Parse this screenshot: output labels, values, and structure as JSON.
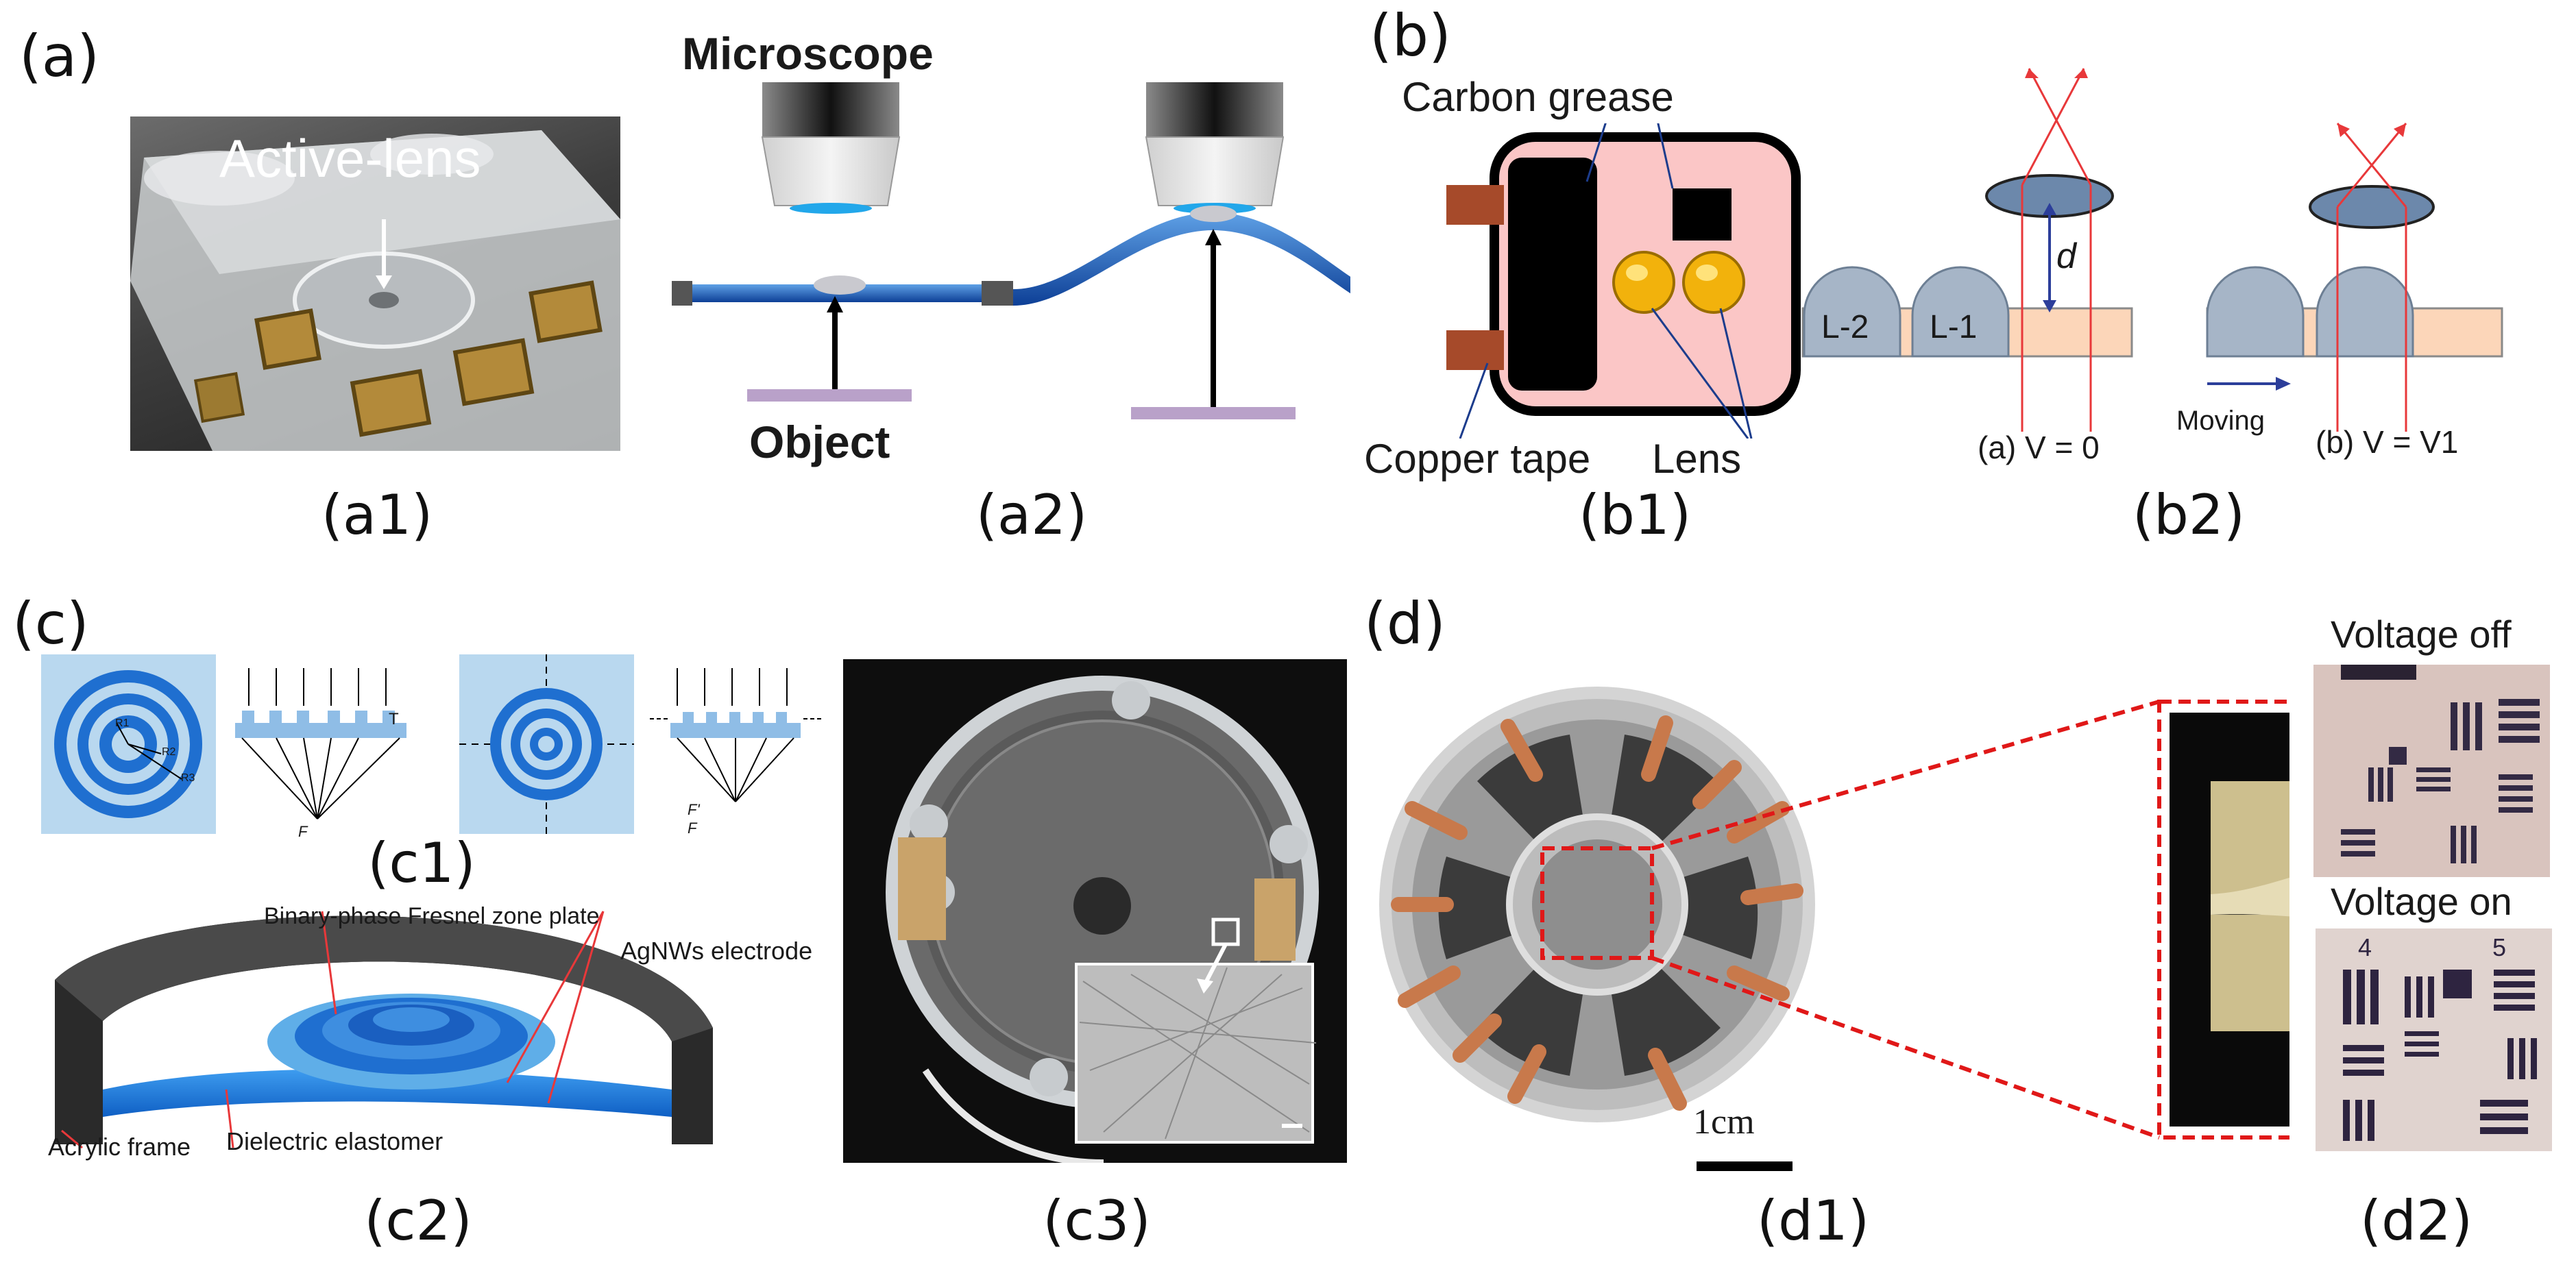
{
  "panels": {
    "a": "(a)",
    "b": "(b)",
    "c": "(c)",
    "d": "(d)"
  },
  "captions": {
    "a1": "(a1)",
    "a2": "(a2)",
    "b1": "(b1)",
    "b2": "(b2)",
    "c1": "(c1)",
    "c2": "(c2)",
    "c3": "(c3)",
    "d1": "(d1)",
    "d2": "(d2)"
  },
  "a1": {
    "label": "Active-lens"
  },
  "a2": {
    "microscope": "Microscope",
    "object": "Object"
  },
  "b1": {
    "carbon_grease": "Carbon grease",
    "copper_tape": "Copper tape",
    "lens": "Lens"
  },
  "b2": {
    "l2": "L-2",
    "l1": "L-1",
    "d": "d",
    "state_a": "(a) V = 0",
    "moving": "Moving",
    "state_b": "(b)  V = V1"
  },
  "c1": {
    "t": "T",
    "f": "F",
    "f_prime": "F'",
    "r1": "R1",
    "r2": "R2",
    "r3": "R3"
  },
  "c2": {
    "fresnel": "Binary-phase Fresnel zone plate",
    "agnws": "AgNWs electrode",
    "acrylic": "Acrylic frame",
    "dielectric": "Dielectric elastomer"
  },
  "d1": {
    "scale": "1cm"
  },
  "d2": {
    "voltage_off": "Voltage off",
    "voltage_on": "Voltage on"
  },
  "colors": {
    "accent_blue": "#1f6fd0",
    "panel_pink": "#fbc6c6",
    "copper": "#a64a2a",
    "lens_gold": "#f2b20c",
    "red_ray": "#e8383a",
    "light_blue": "#b9d8ef",
    "dashed_red": "#e01818"
  }
}
